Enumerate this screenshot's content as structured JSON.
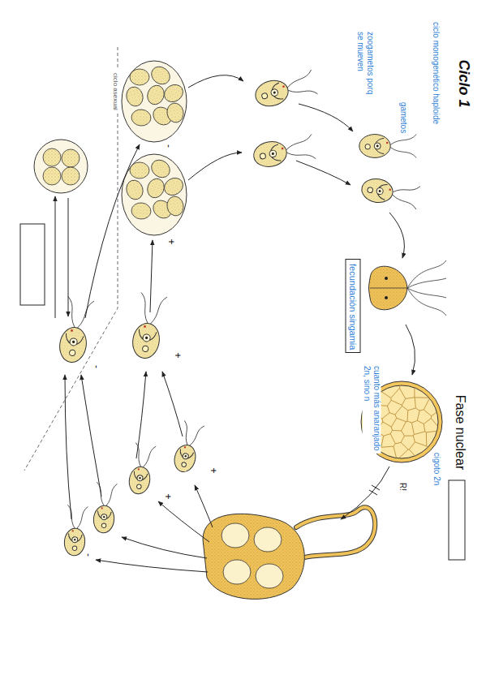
{
  "diagram": {
    "title": "Ciclo 1",
    "nodes": [
      {
        "text": [
          "fecundación singamia"
        ]
      }
    ],
    "labels": [
      "ciclo monogenético haploide",
      "zoogametos porq se mueven",
      "gametos",
      "Fase nuclear",
      "cigoto 2n",
      "cuanto más anaranjado 2n, sino n",
      "R!",
      "ciclo asexual",
      "-",
      "+",
      "+",
      "-",
      "+",
      "+",
      "-"
    ]
  }
}
